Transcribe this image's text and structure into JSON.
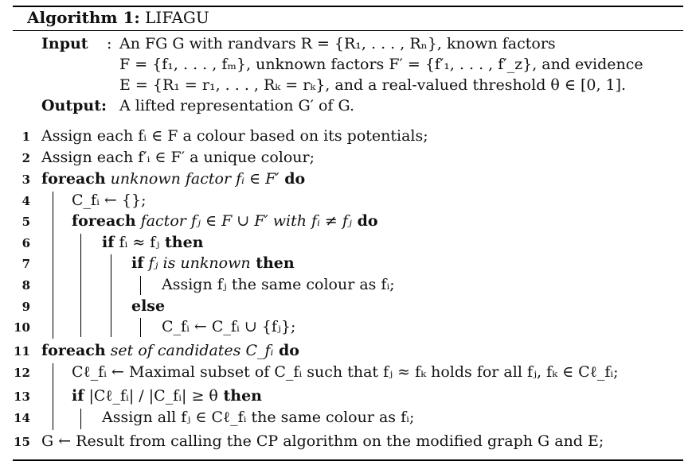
{
  "algorithm": {
    "label": "Algorithm 1:",
    "name": "LIFAGU",
    "input_label": "Input",
    "input_sep": ":",
    "input_lines": [
      "An FG G with randvars R = {R₁, . . . , Rₙ}, known factors",
      "F = {f₁, . . . , fₘ}, unknown factors F′ = {f′₁, . . . , f′_z}, and evidence",
      "E = {R₁ = r₁, . . . , Rₖ = rₖ}, and a real-valued threshold θ ∈ [0, 1]."
    ],
    "output_label": "Output:",
    "output_text": "A lifted representation G′ of G.",
    "steps": [
      {
        "n": "1",
        "kw": "",
        "text": "Assign each fᵢ ∈ F a colour based on its potentials;",
        "kw2": ""
      },
      {
        "n": "2",
        "kw": "",
        "text": "Assign each f′ᵢ ∈ F′ a unique colour;",
        "kw2": ""
      },
      {
        "n": "3",
        "kw": "foreach",
        "text": "unknown factor fᵢ ∈ F′",
        "kw2": "do"
      },
      {
        "n": "4",
        "kw": "",
        "text": "C_fᵢ ← {};",
        "kw2": ""
      },
      {
        "n": "5",
        "kw": "foreach",
        "text": "factor fⱼ ∈ F ∪ F′ with fᵢ ≠ fⱼ",
        "kw2": "do"
      },
      {
        "n": "6",
        "kw": "if",
        "text": "fᵢ ≈ fⱼ",
        "kw2": "then"
      },
      {
        "n": "7",
        "kw": "if",
        "text": "fⱼ is unknown",
        "kw2": "then"
      },
      {
        "n": "8",
        "kw": "",
        "text": "Assign fⱼ the same colour as fᵢ;",
        "kw2": ""
      },
      {
        "n": "9",
        "kw": "else",
        "text": "",
        "kw2": ""
      },
      {
        "n": "10",
        "kw": "",
        "text": "C_fᵢ ← C_fᵢ ∪ {fⱼ};",
        "kw2": ""
      },
      {
        "n": "11",
        "kw": "foreach",
        "text": "set of candidates C_fᵢ",
        "kw2": "do"
      },
      {
        "n": "12",
        "kw": "",
        "text": "Cℓ_fᵢ ← Maximal subset of C_fᵢ such that fⱼ ≈ fₖ holds for all fⱼ, fₖ ∈ Cℓ_fᵢ;",
        "kw2": ""
      },
      {
        "n": "13",
        "kw": "if",
        "text": "|Cℓ_fᵢ| / |C_fᵢ| ≥ θ",
        "kw2": "then"
      },
      {
        "n": "14",
        "kw": "",
        "text": "Assign all fⱼ ∈ Cℓ_fᵢ the same colour as fᵢ;",
        "kw2": ""
      },
      {
        "n": "15",
        "kw": "",
        "text": "G ← Result from calling the CP algorithm on the modified graph G and E;",
        "kw2": ""
      }
    ]
  }
}
